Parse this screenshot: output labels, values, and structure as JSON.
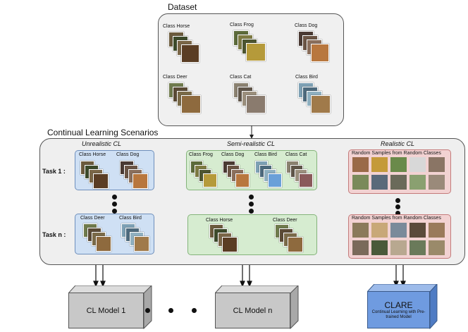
{
  "dataset": {
    "title": "Dataset",
    "classes": [
      "Class Horse",
      "Class Frog",
      "Class Dog",
      "Class Deer",
      "Class Cat",
      "Class Bird"
    ]
  },
  "scenarios": {
    "title": "Continual Learning Scenarios",
    "unrealistic": {
      "label": "Unrealistic CL",
      "task1": [
        "Class Horse",
        "Class Dog"
      ],
      "taskn": [
        "Class Deer",
        "Class Bird"
      ]
    },
    "semi": {
      "label": "Semi-realistic CL",
      "task1": [
        "Class Frog",
        "Class Dog",
        "Class Bird",
        "Class Cat"
      ],
      "taskn": [
        "Class Horse",
        "Class Deer"
      ]
    },
    "realistic": {
      "label": "Realistic CL",
      "task1": "Random Samples from Random Classes",
      "taskn": "Random Samples from Random Classes"
    },
    "task1_label": "Task 1 :",
    "taskn_label": "Task n :"
  },
  "models": {
    "m1": "CL Model 1",
    "mn": "CL Model n",
    "clare_title": "CLARE",
    "clare_sub": "Continual Learning with Pre-trained Model"
  },
  "colors": {
    "blue_panel": "#cfe0f4",
    "green_panel": "#d6ecd0",
    "pink_panel": "#f2d2d2",
    "clare": "#6f9be0",
    "model_gray": "#c8c8c8"
  }
}
